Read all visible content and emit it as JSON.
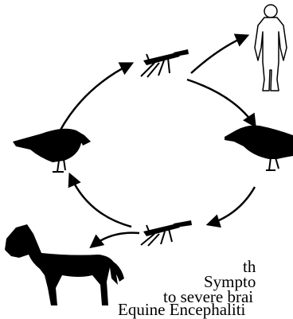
{
  "figure": {
    "icons": [
      "human-icon",
      "mosquito-icon",
      "bird-icon",
      "horse-icon"
    ],
    "caption_lines": [
      "th",
      "Sympto",
      "to severe brai",
      "Equine Encephaliti"
    ]
  },
  "colors": {
    "background": "#ffffff",
    "silhouette": "#000000",
    "arrow": "#000000"
  }
}
